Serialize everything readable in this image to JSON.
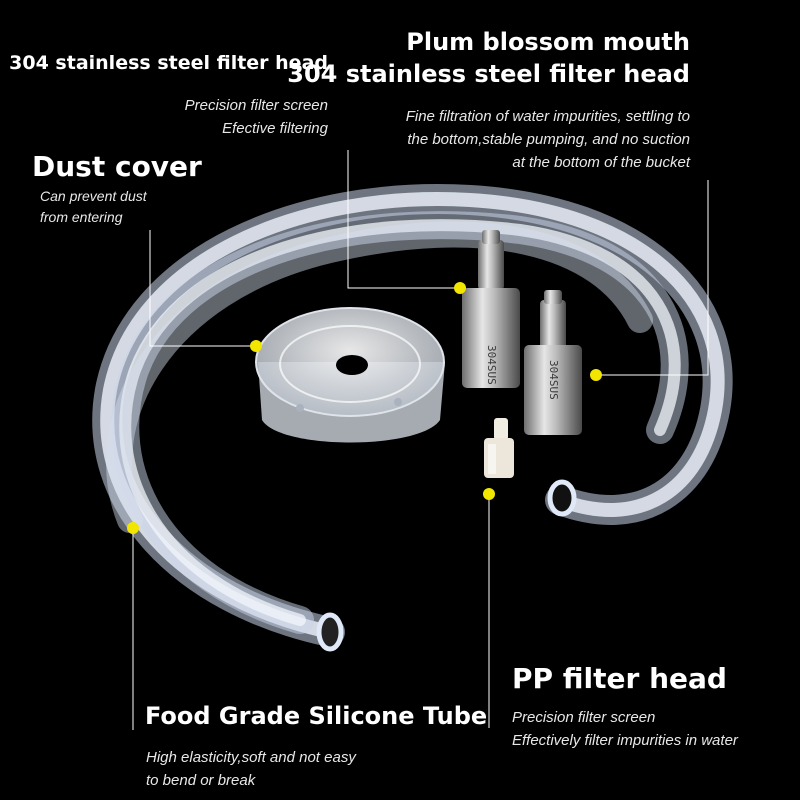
{
  "colors": {
    "background": "#000000",
    "callout_line": "#ffffff",
    "callout_dot": "#f2e600",
    "tube": "#dfe9f7"
  },
  "callouts": {
    "filter_head": {
      "title": "304 stainless steel filter head",
      "desc_1": "Precision filter screen",
      "desc_2": "Efective filtering"
    },
    "plum_mouth": {
      "title_1": "Plum blossom mouth",
      "title_2": "304 stainless steel filter head",
      "desc_1": "Fine filtration of water impurities, settling to",
      "desc_2": "the bottom,stable pumping, and no suction",
      "desc_3": "at the bottom of the bucket"
    },
    "dust_cover": {
      "title": "Dust cover",
      "desc_1": "Can prevent dust",
      "desc_2": "from entering"
    },
    "pp_filter": {
      "title": "PP filter head",
      "desc_1": "Precision filter screen",
      "desc_2": "Effectively filter impurities in water"
    },
    "silicone_tube": {
      "title": "Food Grade Silicone Tube",
      "desc_1": "High elasticity,soft and not easy",
      "desc_2": "to bend or break"
    }
  },
  "engraving": "304SUS"
}
